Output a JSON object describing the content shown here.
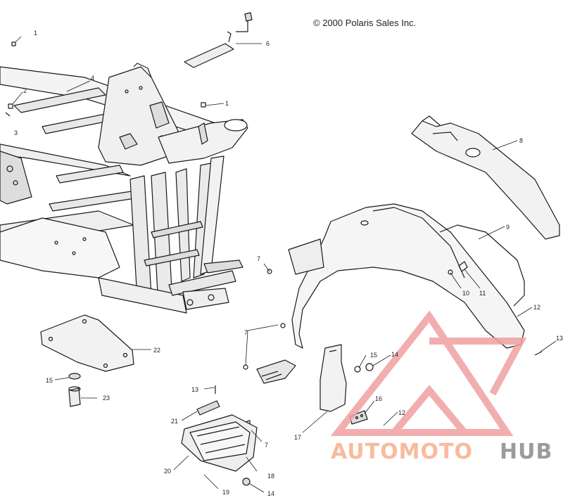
{
  "copyright": "© 2000 Polaris Sales Inc.",
  "callouts": [
    "1",
    "6",
    "1",
    "4",
    "2",
    "3",
    "8",
    "9",
    "7",
    "10",
    "11",
    "12",
    "13",
    "7",
    "22",
    "15",
    "14",
    "15",
    "23",
    "13",
    "21",
    "16",
    "12",
    "17",
    "7",
    "18",
    "20",
    "19",
    "14"
  ],
  "watermark": {
    "text_light": "AUTOMOTO",
    "text_dark": "HUB",
    "color_light": "#f7b08c",
    "color_red": "#f0a0a0",
    "color_dark": "#8a8a8a"
  },
  "colors": {
    "line": "#1a1a1a",
    "background": "#ffffff"
  }
}
